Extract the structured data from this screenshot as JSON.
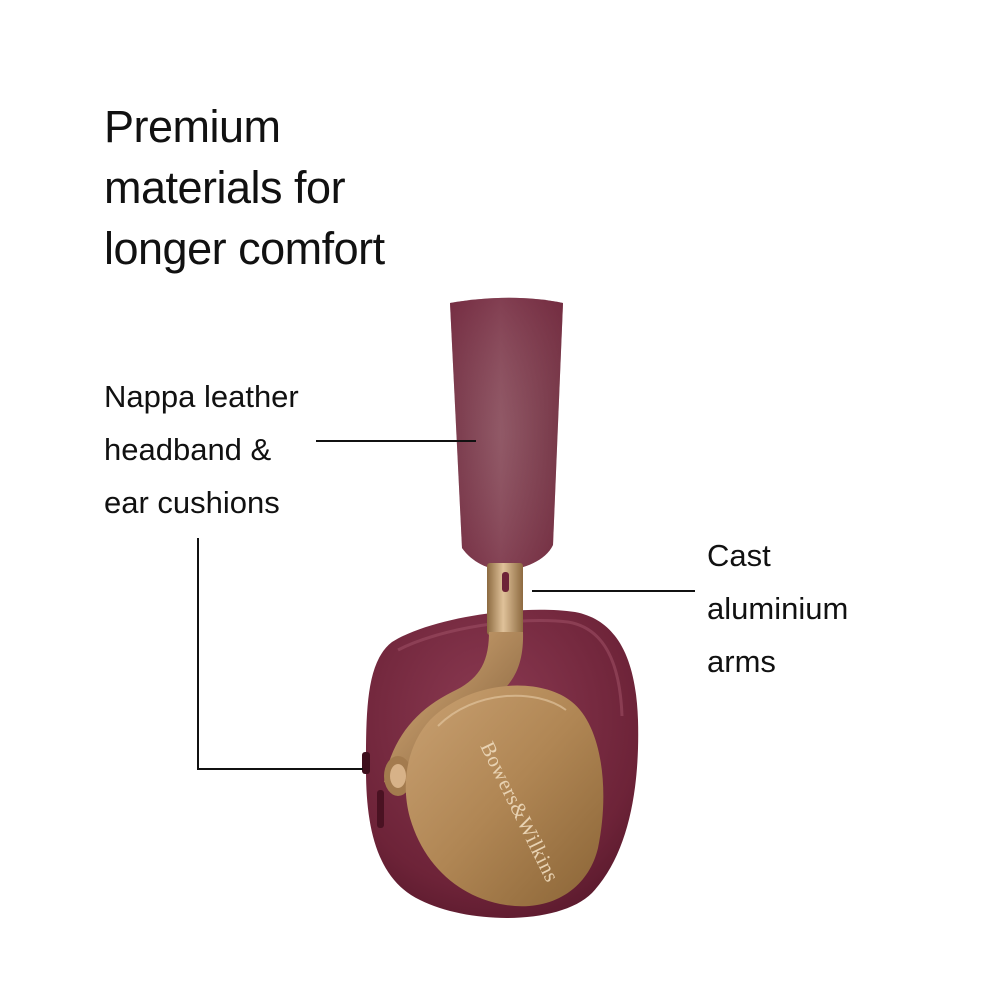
{
  "headline": {
    "line1": "Premium",
    "line2": "materials for",
    "line3": "longer comfort"
  },
  "callouts": {
    "leather": {
      "line1": "Nappa leather",
      "line2": "headband &",
      "line3": "ear cushions"
    },
    "aluminium": {
      "line1": "Cast",
      "line2": "aluminium",
      "line3": "arms"
    }
  },
  "product": {
    "brand_engraving": "Bowers&Wilkins"
  },
  "colors": {
    "leather_burgundy": "#7a2f45",
    "metal_bronze": "#b38a5c",
    "text": "#111111",
    "background": "#ffffff"
  }
}
